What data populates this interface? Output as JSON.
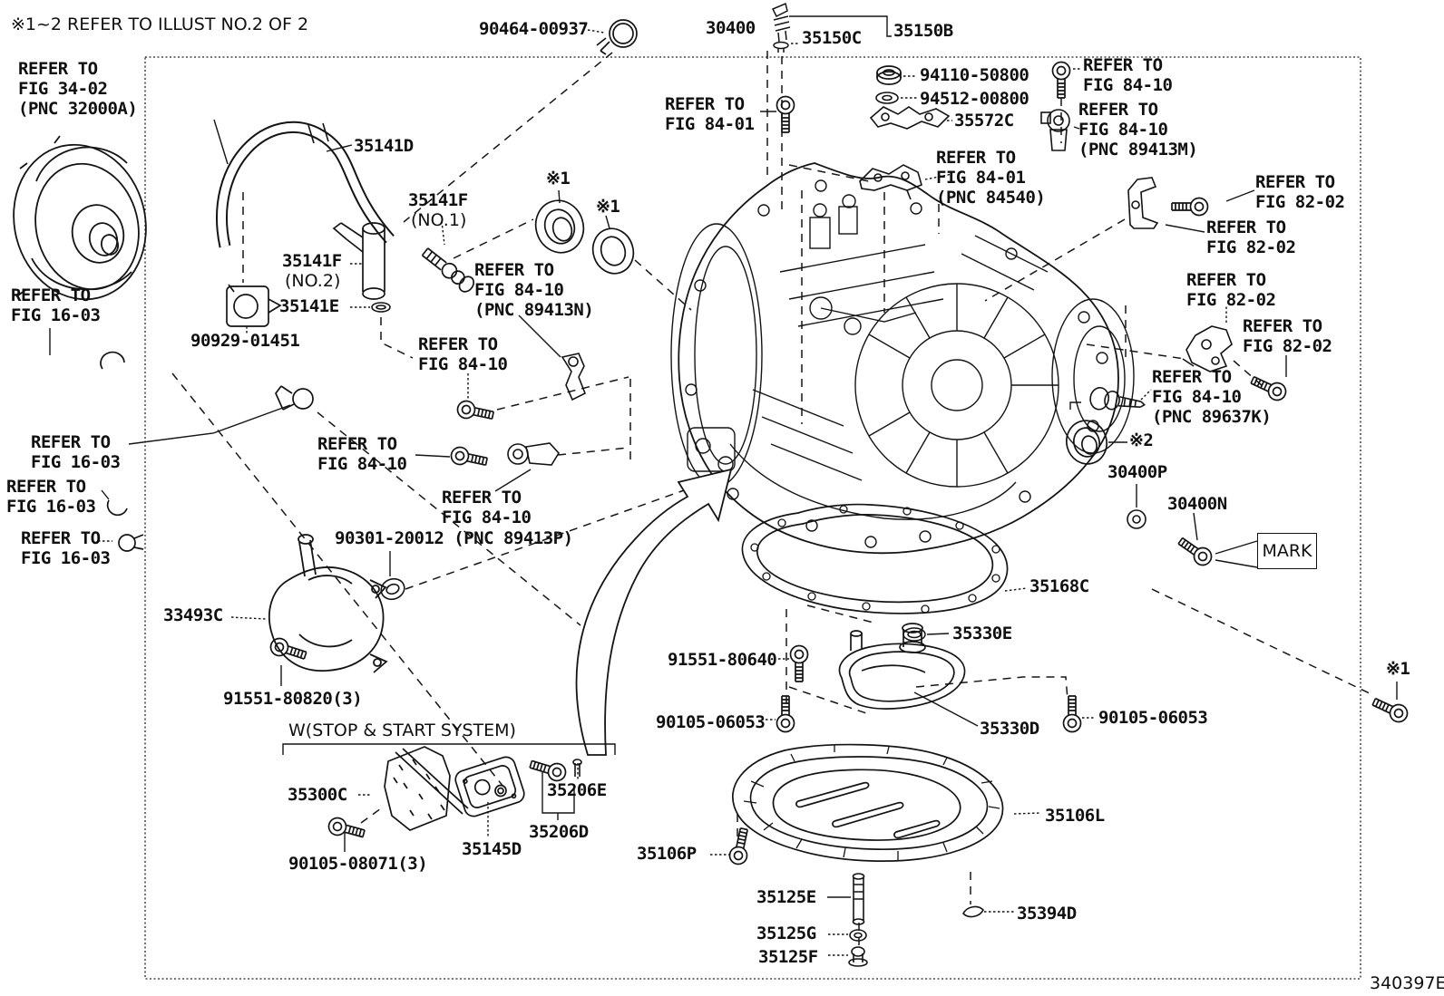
{
  "diagram": {
    "title_note": "※1~2 REFER TO ILLUST NO.2 OF 2",
    "drawing_no": "340397E",
    "mark_label": "MARK"
  },
  "labels": {
    "note": "※1~2 REFER TO ILLUST NO.2 OF 2",
    "fig34_02": "REFER TO\nFIG 34-02\n(PNC 32000A)",
    "p90464": "90464-00937",
    "p30400": "30400",
    "p35150c": "35150C",
    "p35150b": "35150B",
    "p94110": "94110-50800",
    "p94512": "94512-00800",
    "p35572c": "35572C",
    "fig84_10": "REFER TO\nFIG 84-10",
    "fig84_10_m": "REFER TO\nFIG 84-10\n(PNC 89413M)",
    "fig84_01": "REFER TO\nFIG 84-01",
    "fig84_01_p": "REFER TO\nFIG 84-01\n(PNC 84540)",
    "fig84_10_n": "REFER TO\nFIG 84-10\n(PNC 89413N)",
    "fig84_10_k": "REFER TO\nFIG 84-10\n(PNC 89637K)",
    "fig82_02": "REFER TO\nFIG 82-02",
    "fig16_03": "REFER TO\nFIG 16-03",
    "p35141d": "35141D",
    "p35141f": "35141F",
    "no1": "(NO.1)",
    "no2": "(NO.2)",
    "p35141e": "35141E",
    "p90929": "90929-01451",
    "star1": "※1",
    "star2": "※2",
    "p90301": "90301-20012 (PNC 89413P)",
    "p33493c": "33493C",
    "p91551_80820": "91551-80820(3)",
    "wstop": "W(STOP & START SYSTEM)",
    "p35300c": "35300C",
    "p90105_08071": "90105-08071(3)",
    "p35145d": "35145D",
    "p35206e": "35206E",
    "p35206d": "35206D",
    "p35106p": "35106P",
    "p35125e": "35125E",
    "p35125g": "35125G",
    "p35125f": "35125F",
    "p35394d": "35394D",
    "p35106l": "35106L",
    "p90105_06053": "90105-06053",
    "p91551_80640": "91551-80640",
    "p35330e": "35330E",
    "p35330d": "35330D",
    "p35168c": "35168C",
    "p30400p": "30400P",
    "p30400n": "30400N",
    "mark": "MARK",
    "drawing_no": "340397E"
  }
}
